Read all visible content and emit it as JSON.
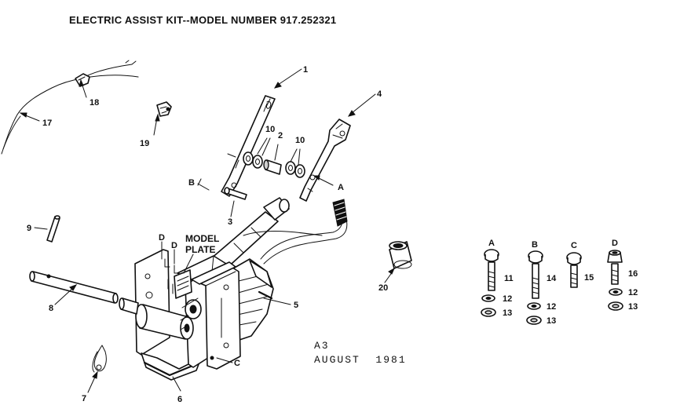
{
  "title": "ELECTRIC ASSIST KIT--MODEL NUMBER 917.252321",
  "footer": {
    "code": "A3",
    "date": "AUGUST  1981"
  },
  "model_plate": {
    "line1": "MODEL",
    "line2": "PLATE"
  },
  "callouts": {
    "p1": "1",
    "p2": "2",
    "p3": "3",
    "p4": "4",
    "p5": "5",
    "p6": "6",
    "p7": "7",
    "p8": "8",
    "p9": "9",
    "p10a": "10",
    "p10b": "10",
    "p17": "17",
    "p18": "18",
    "p19": "19",
    "p20": "20",
    "pointB": "B",
    "pointA": "A",
    "pointC": "C",
    "pointD1": "D",
    "pointD2": "D"
  },
  "hardware": [
    {
      "letter": "A",
      "bolt": "11",
      "lock_washer": "12",
      "washer": "13"
    },
    {
      "letter": "B",
      "bolt": "14",
      "lock_washer": "12",
      "washer": "13"
    },
    {
      "letter": "C",
      "bolt": "15"
    },
    {
      "letter": "D",
      "bolt": "16",
      "lock_washer": "12",
      "washer": "13"
    }
  ]
}
